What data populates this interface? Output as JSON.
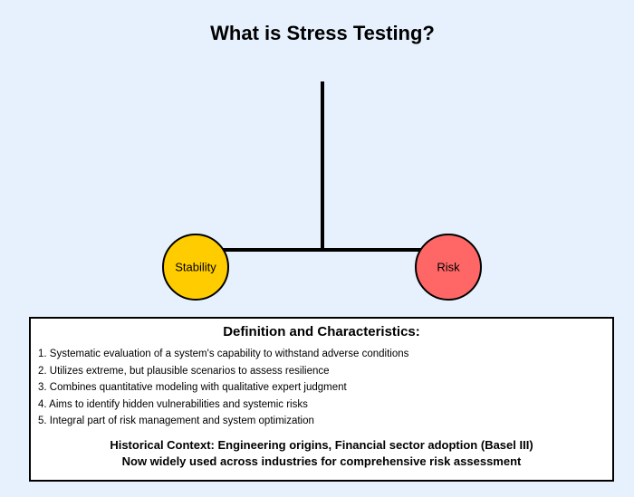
{
  "title": "What is Stress Testing?",
  "diagram": {
    "nodes": [
      {
        "label": "Stability",
        "color": "#ffcc00"
      },
      {
        "label": "Risk",
        "color": "#ff6666"
      }
    ],
    "line_color": "#000000"
  },
  "definition": {
    "heading": "Definition and Characteristics:",
    "points": [
      "1. Systematic evaluation of a system's capability to withstand adverse conditions",
      "2. Utilizes extreme, but plausible scenarios to assess resilience",
      "3. Combines quantitative modeling with qualitative expert judgment",
      "4. Aims to identify hidden vulnerabilities and systemic risks",
      "5. Integral part of risk management and system optimization"
    ],
    "context_line_1": "Historical Context: Engineering origins, Financial sector adoption (Basel III)",
    "context_line_2": "Now widely used across industries for comprehensive risk assessment"
  },
  "colors": {
    "background": "#e6f1fd",
    "box_background": "#ffffff",
    "border": "#000000"
  }
}
